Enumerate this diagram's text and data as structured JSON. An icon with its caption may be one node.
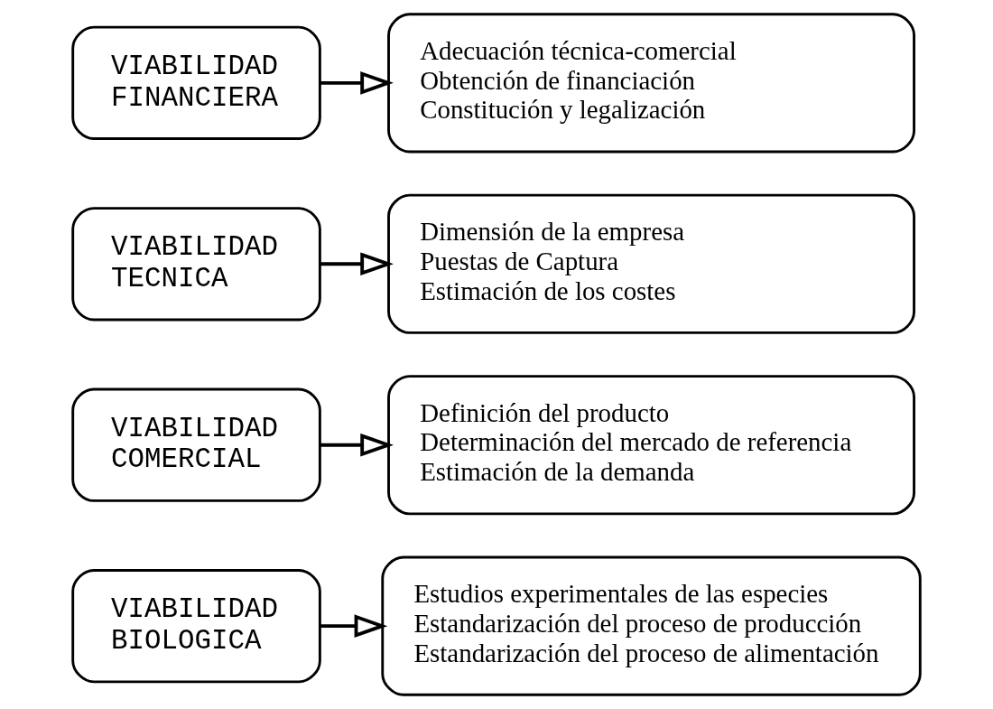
{
  "diagram": {
    "nodes": [
      {
        "text": [
          "VIABILIDAD BIOLOGICA"
        ]
      },
      {
        "text": [
          "Estudios experimentales de las especies",
          "Estandarización del proceso de producción",
          "Estandarización del proceso de alimentación"
        ]
      },
      {
        "text": [
          "VIABILIDAD COMERCIAL"
        ]
      },
      {
        "text": [
          "Definición del producto",
          "Determinación del mercado de referencia",
          "Estimación de la demanda"
        ]
      },
      {
        "text": [
          "VIABILIDAD TECNICA"
        ]
      },
      {
        "text": [
          "Dimensión de la empresa",
          "Puestas de Captura",
          "Estimación de los costes"
        ]
      },
      {
        "text": [
          "VIABILIDAD FINANCIERA"
        ]
      },
      {
        "text": [
          "Adecuación técnica-comercial",
          "Obtención de financiación",
          "Constitución y legalización"
        ]
      }
    ],
    "edges": [
      {
        "from": 0,
        "to": 1,
        "arrow": "to"
      },
      {
        "from": 2,
        "to": 3,
        "arrow": "to"
      },
      {
        "from": 4,
        "to": 5,
        "arrow": "to"
      },
      {
        "from": 6,
        "to": 7,
        "arrow": "to"
      }
    ]
  }
}
